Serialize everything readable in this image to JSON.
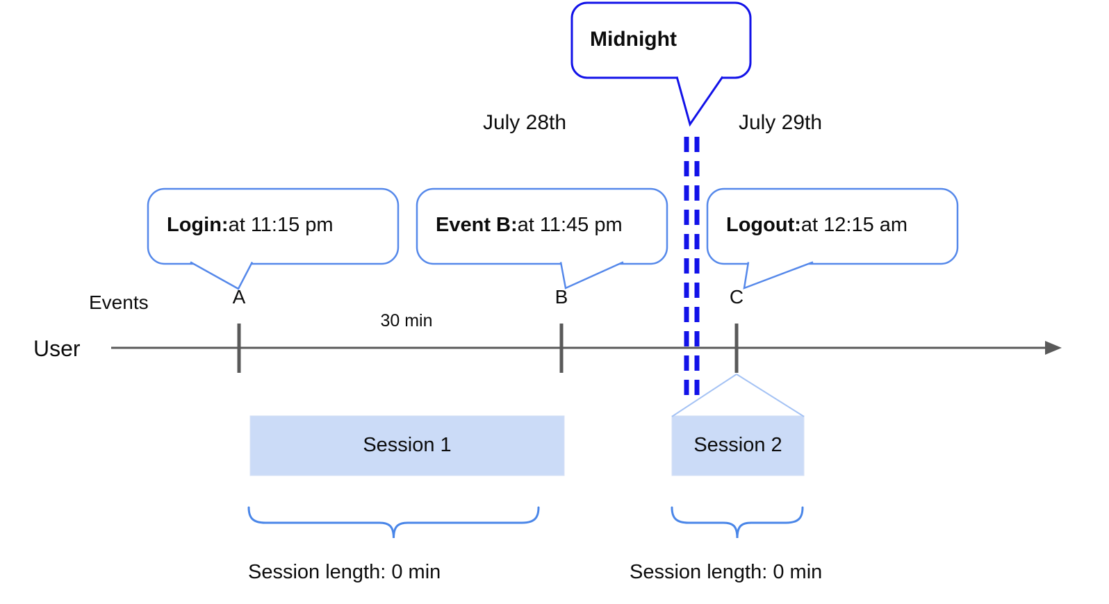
{
  "callouts": {
    "midnight": {
      "label": "Midnight"
    },
    "login": {
      "bold": "Login:",
      "rest": " at 11:15 pm"
    },
    "event_b": {
      "bold": "Event B:",
      "rest": " at 11:45 pm"
    },
    "logout": {
      "bold": "Logout:",
      "rest": " at 12:15 am"
    }
  },
  "dates": {
    "before_midnight": "July 28th",
    "after_midnight": "July 29th"
  },
  "timeline": {
    "row_label": "User",
    "events_label": "Events",
    "event_a": "A",
    "event_b": "B",
    "event_c": "C",
    "interval_label": "30 min"
  },
  "sessions": {
    "session1": {
      "label": "Session 1",
      "length_label": "Session length: 0 min"
    },
    "session2": {
      "label": "Session 2",
      "length_label": "Session length: 0 min"
    }
  },
  "colors": {
    "strong_blue": "#1212e8",
    "callout_blue": "#5588ea",
    "brace_blue": "#4a86e8",
    "session_fill": "#cbdbf7",
    "session_edge": "#d7e2f6",
    "expansion_line": "#a4c2f4",
    "axis_gray": "#595959"
  }
}
